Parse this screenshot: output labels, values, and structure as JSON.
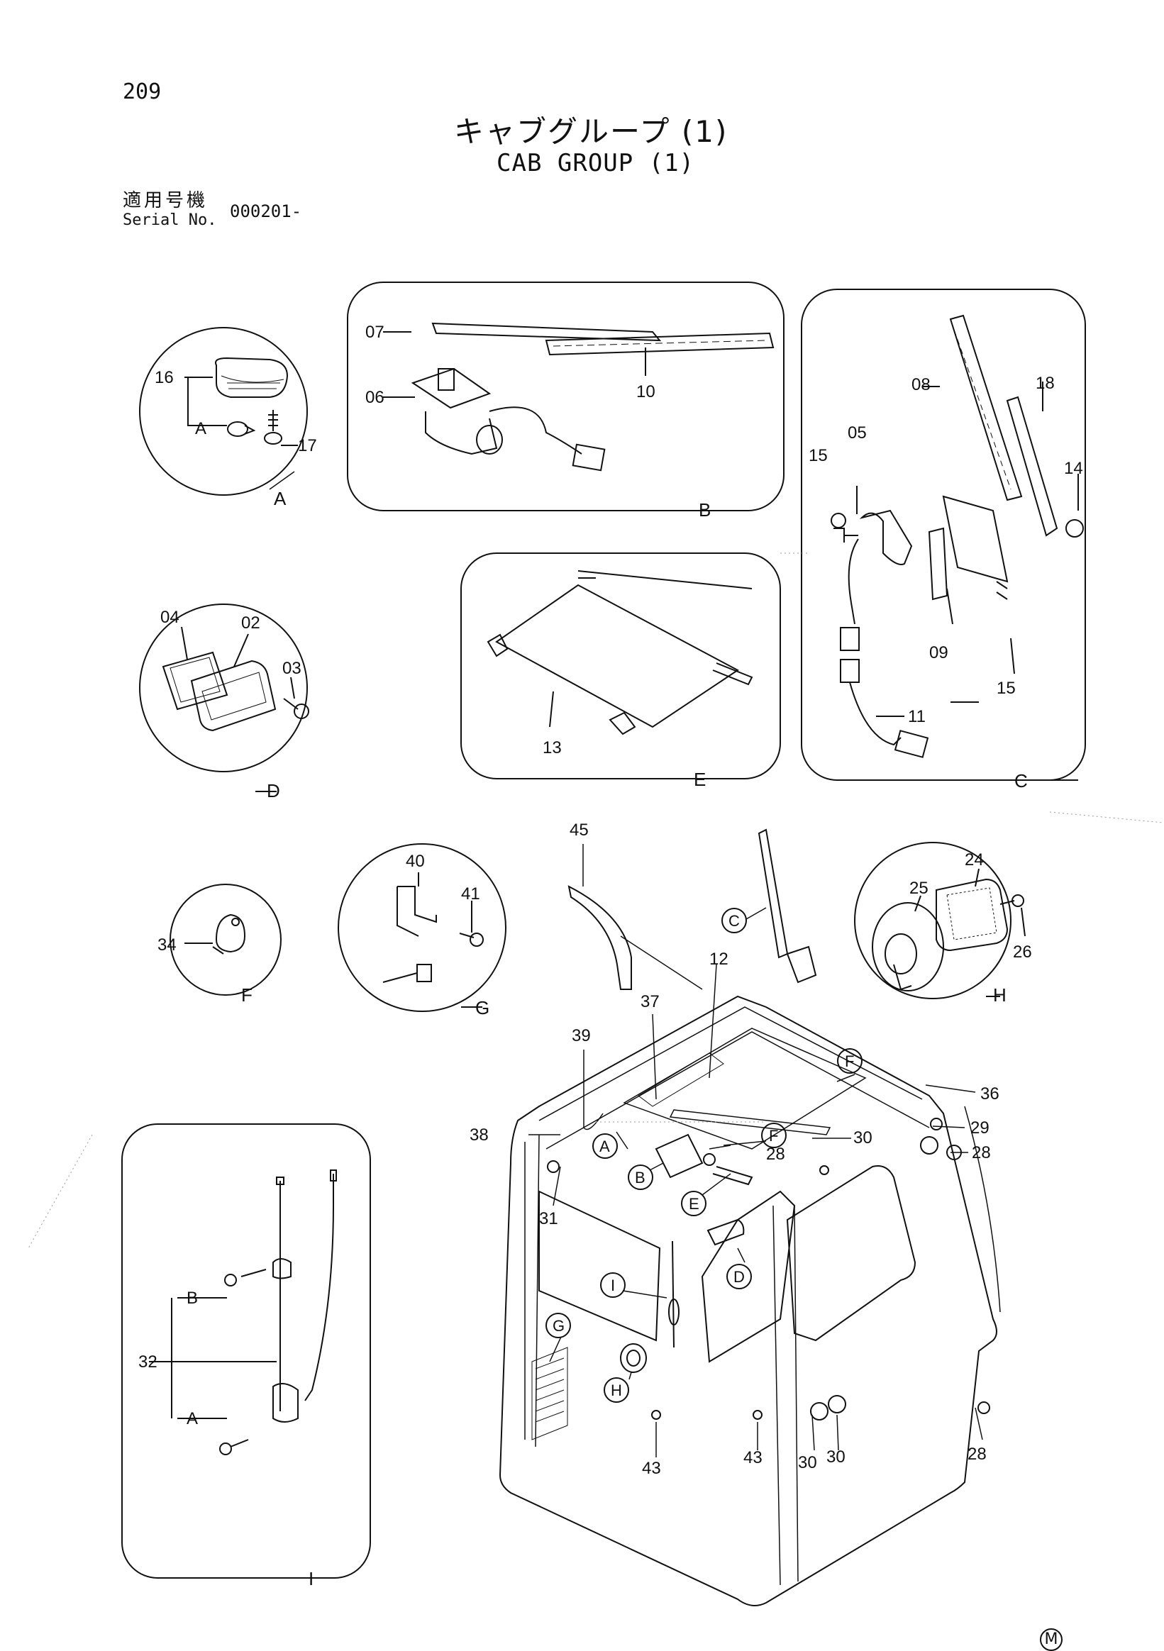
{
  "page": {
    "number": "209",
    "title_jp": "キャブグループ (1)",
    "title_en": "CAB GROUP (1)",
    "serial_label_jp": "適用号機",
    "serial_label_en": "Serial No.",
    "serial_value": "000201-",
    "mark": "M"
  },
  "detail_views": [
    {
      "label": "A",
      "parts": [
        "16",
        "17"
      ],
      "sub_label": "A"
    },
    {
      "label": "B",
      "parts": [
        "07",
        "06",
        "10"
      ]
    },
    {
      "label": "C",
      "parts": [
        "08",
        "18",
        "05",
        "15",
        "14",
        "09",
        "15",
        "11"
      ]
    },
    {
      "label": "D",
      "parts": [
        "04",
        "02",
        "03"
      ]
    },
    {
      "label": "E",
      "parts": [
        "13"
      ]
    },
    {
      "label": "F",
      "parts": [
        "34"
      ]
    },
    {
      "label": "G",
      "parts": [
        "40",
        "41"
      ]
    },
    {
      "label": "H",
      "parts": [
        "25",
        "24",
        "26"
      ]
    },
    {
      "label": "I",
      "parts": [
        "32"
      ],
      "sub_labels": [
        "B",
        "A"
      ]
    }
  ],
  "main_view": {
    "part_numbers": [
      "45",
      "12",
      "37",
      "39",
      "36",
      "29",
      "30",
      "28",
      "38",
      "28",
      "31",
      "43",
      "43",
      "30",
      "30",
      "28"
    ],
    "callouts": [
      "C",
      "F",
      "A",
      "B",
      "F",
      "E",
      "D",
      "I",
      "G",
      "H"
    ]
  }
}
